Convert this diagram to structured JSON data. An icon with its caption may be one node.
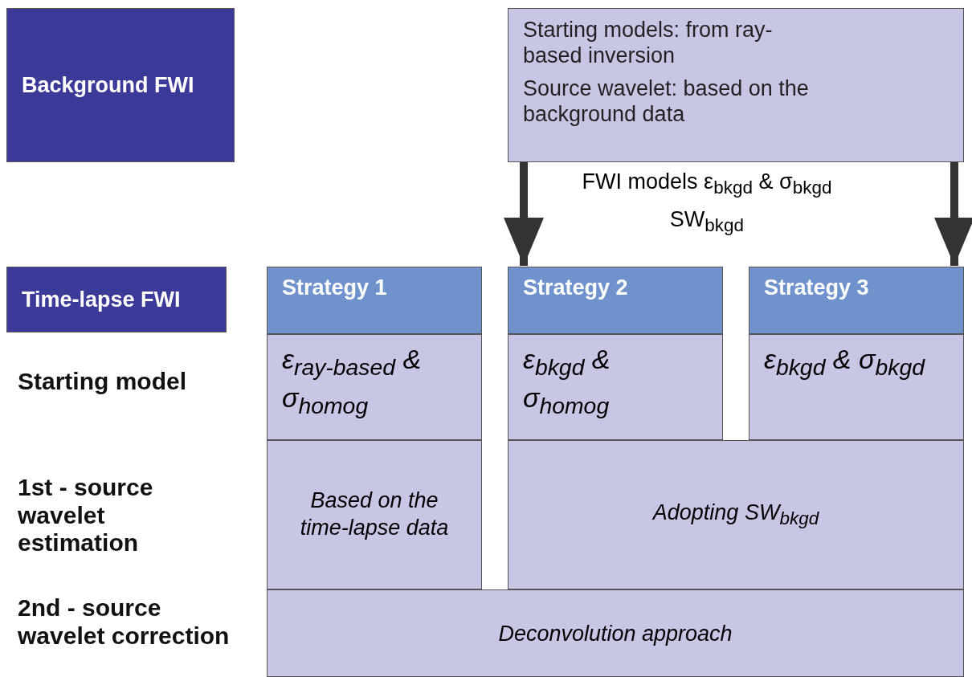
{
  "diagram": {
    "nodes": [
      {
        "text": [
          "Background FWI"
        ]
      },
      {
        "text": [
          "Starting models: from ray-based inversion",
          "Source wavelet: based on the background data"
        ]
      },
      {
        "text": [
          "Time-lapse FWI"
        ]
      },
      {
        "text": [
          "Strategy 1"
        ]
      },
      {
        "text": [
          "Strategy 2"
        ]
      },
      {
        "text": [
          "Strategy 3"
        ]
      },
      {
        "text": [
          "ε$_{ray-based}$ & σ$_{homog}$"
        ]
      },
      {
        "text": [
          "ε$_{bkgd}$ & σ$_{homog}$"
        ]
      },
      {
        "text": [
          "ε$_{bkgd}$ & σ$_{bkgd}$"
        ]
      },
      {
        "text": [
          "Based on the time-lapse data"
        ]
      },
      {
        "text": [
          "Adopting SW$_{bkgd}$"
        ]
      },
      {
        "text": [
          "Deconvolution approach"
        ]
      }
    ],
    "edges": [
      {
        "from": 1,
        "to": 4,
        "arrow": "to",
        "label": "FWI models ε$_{bkgd}$ & σ$_{bkgd}$ SW$_{bkgd}$"
      },
      {
        "from": 1,
        "to": 5,
        "arrow": "to"
      }
    ],
    "labels": [
      "Starting model",
      "1st - source wavelet estimation",
      "2nd - source wavelet correction"
    ]
  }
}
